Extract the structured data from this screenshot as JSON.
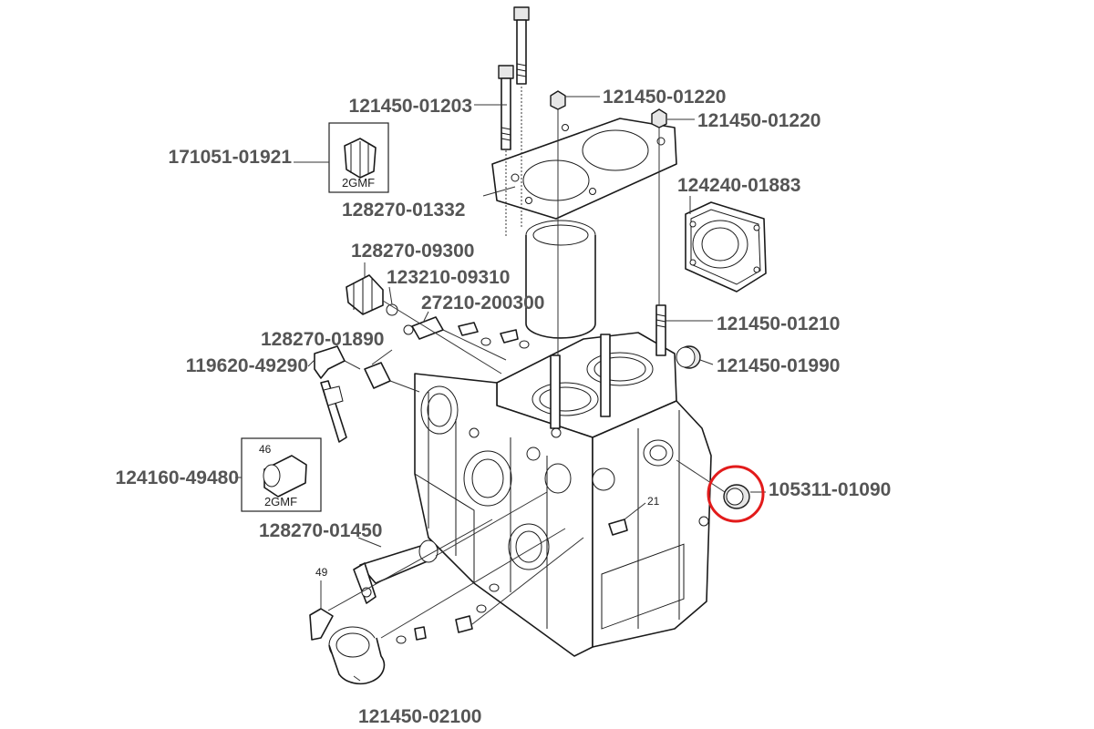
{
  "callouts": {
    "p121450_01203": "121450-01203",
    "p121450_01220a": "121450-01220",
    "p121450_01220b": "121450-01220",
    "p171051_01921": "171051-01921",
    "p128270_01332": "128270-01332",
    "p124240_01883": "124240-01883",
    "p128270_09300": "128270-09300",
    "p123210_09310": "123210-09310",
    "p27210_200300": "27210-200300",
    "p121450_01210": "121450-01210",
    "p128270_01890": "128270-01890",
    "p119620_49290": "119620-49290",
    "p121450_01990": "121450-01990",
    "p124160_49480": "124160-49480",
    "p105311_01090": "105311-01090",
    "p128270_01450": "128270-01450",
    "p121450_02100": "121450-02100"
  },
  "small_refs": {
    "ref_21": "21",
    "ref_46": "46",
    "ref_49": "49"
  },
  "inset_labels": {
    "inset_top": "2GMF",
    "inset_bottom": "2GMF"
  },
  "highlight": {
    "target": "105311-01090",
    "color": "#e21b1b"
  }
}
